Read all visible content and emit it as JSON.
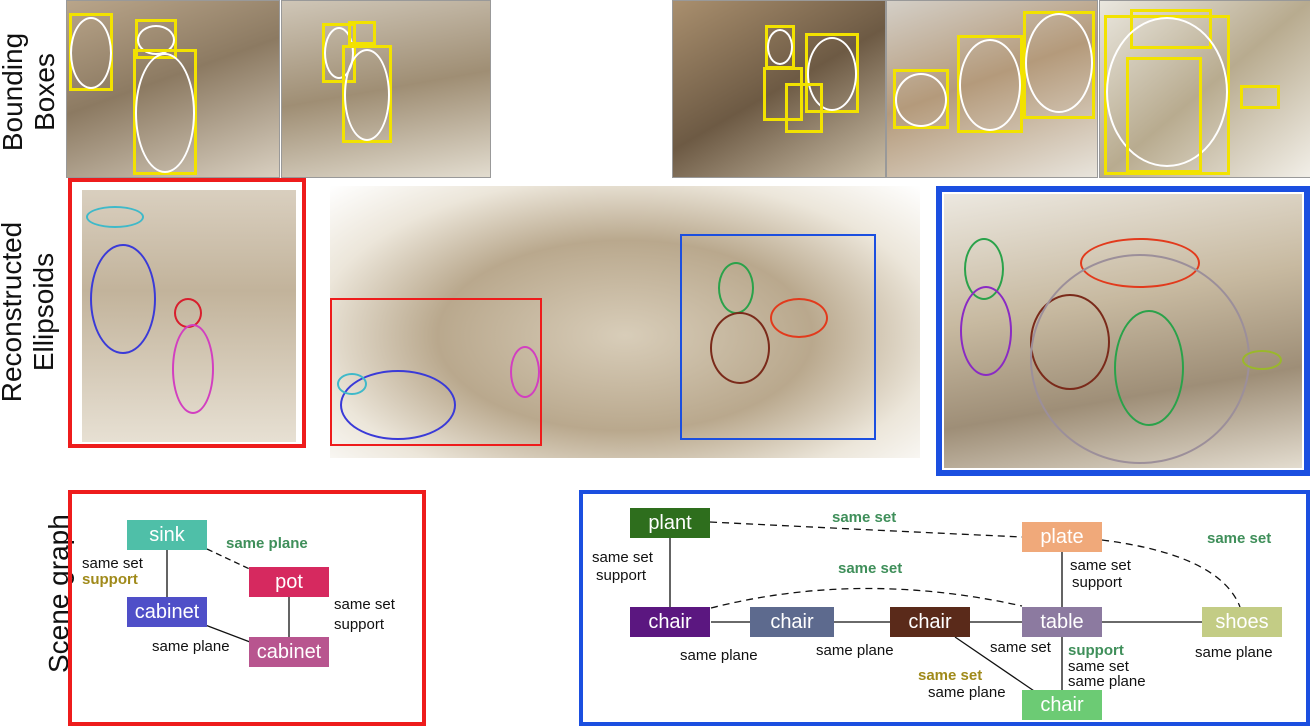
{
  "row_labels": {
    "bounding_boxes": [
      "Bounding",
      "Boxes"
    ],
    "reconstructed": [
      "Reconstructed",
      "Ellipsoids"
    ],
    "scene_graph": "Scene graph"
  },
  "red_graph": {
    "nodes": {
      "sink": {
        "label": "sink",
        "color": "#4fbfa8"
      },
      "cabinet_left": {
        "label": "cabinet",
        "color": "#4f4fc8"
      },
      "pot": {
        "label": "pot",
        "color": "#d6295f"
      },
      "cabinet_right": {
        "label": "cabinet",
        "color": "#b8558f"
      }
    },
    "edge_labels": {
      "sink_cabinet_same_set": "same set",
      "sink_cabinet_support": "support",
      "sink_pot_same_plane": "same plane",
      "pot_cabinet_same_set": "same set",
      "pot_cabinet_support": "support",
      "cabinet_cabinet_same_plane": "same plane"
    }
  },
  "blue_graph": {
    "nodes": {
      "plant": {
        "label": "plant",
        "color": "#2e6e1d"
      },
      "plate": {
        "label": "plate",
        "color": "#f0a97a"
      },
      "chair1": {
        "label": "chair",
        "color": "#5b1780"
      },
      "chair2": {
        "label": "chair",
        "color": "#5d6a8e"
      },
      "chair3": {
        "label": "chair",
        "color": "#5a2a1a"
      },
      "table": {
        "label": "table",
        "color": "#8c7aa0"
      },
      "shoes": {
        "label": "shoes",
        "color": "#c3cc85"
      },
      "chair4": {
        "label": "chair",
        "color": "#6ccb74"
      }
    },
    "edge_labels": {
      "plant_plate_same_set": "same set",
      "plate_shoes_same_set": "same set",
      "chair_table_same_set": "same set",
      "plant_chair_same_set": "same set",
      "plant_chair_support": "support",
      "plate_table_same_set": "same set",
      "plate_table_support": "support",
      "chair_chair_same_plane": "same plane",
      "chair_chair2_same_plane": "same plane",
      "table_shoes_same_plane": "same plane",
      "chair3_table_same_set": "same set",
      "table_chair4_support": "support",
      "table_chair4_same_set": "same set",
      "table_chair4_same_plane": "same plane",
      "chair3_chair4_same_set": "same set",
      "chair3_chair4_same_plane": "same plane"
    }
  },
  "colors": {
    "box_yellow": "#f2e200",
    "frame_red": "#ee1c1c",
    "frame_blue": "#1b4fe0"
  }
}
